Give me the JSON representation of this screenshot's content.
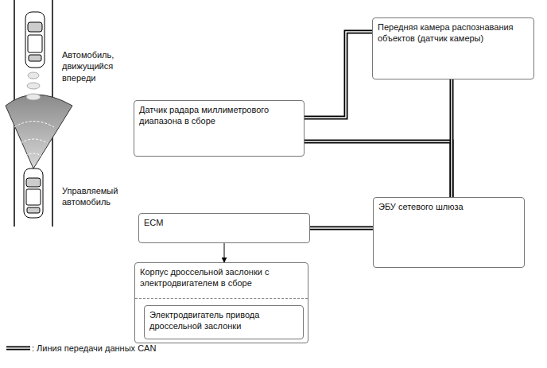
{
  "diagram": {
    "nodes": [
      {
        "text": [
          "Передняя камера распознавания объектов (датчик камеры)"
        ]
      },
      {
        "text": [
          "Датчик радара миллиметрового диапазона в сборе"
        ]
      },
      {
        "text": [
          "ЭБУ сетевого шлюза"
        ]
      },
      {
        "text": [
          "ECM"
        ]
      },
      {
        "text": [
          "Корпус дроссельной заслонки с электродвигателем в сборе"
        ]
      },
      {
        "text": [
          "Электродвигатель привода дроссельной заслонки"
        ],
        "in": 4
      }
    ],
    "edges": [
      {
        "from": 1,
        "to": 0,
        "arrow": "none"
      },
      {
        "from": 1,
        "to": 2,
        "arrow": "none"
      },
      {
        "from": 0,
        "to": 2,
        "arrow": "none"
      },
      {
        "from": 3,
        "to": 2,
        "arrow": "none"
      },
      {
        "from": 3,
        "to": 4,
        "arrow": "to"
      }
    ],
    "labels": [
      "Автомобиль, движущийся впереди",
      "Управляемый автомобиль"
    ],
    "legend": [
      {
        "text": ": Линия передачи данных CAN"
      }
    ]
  }
}
